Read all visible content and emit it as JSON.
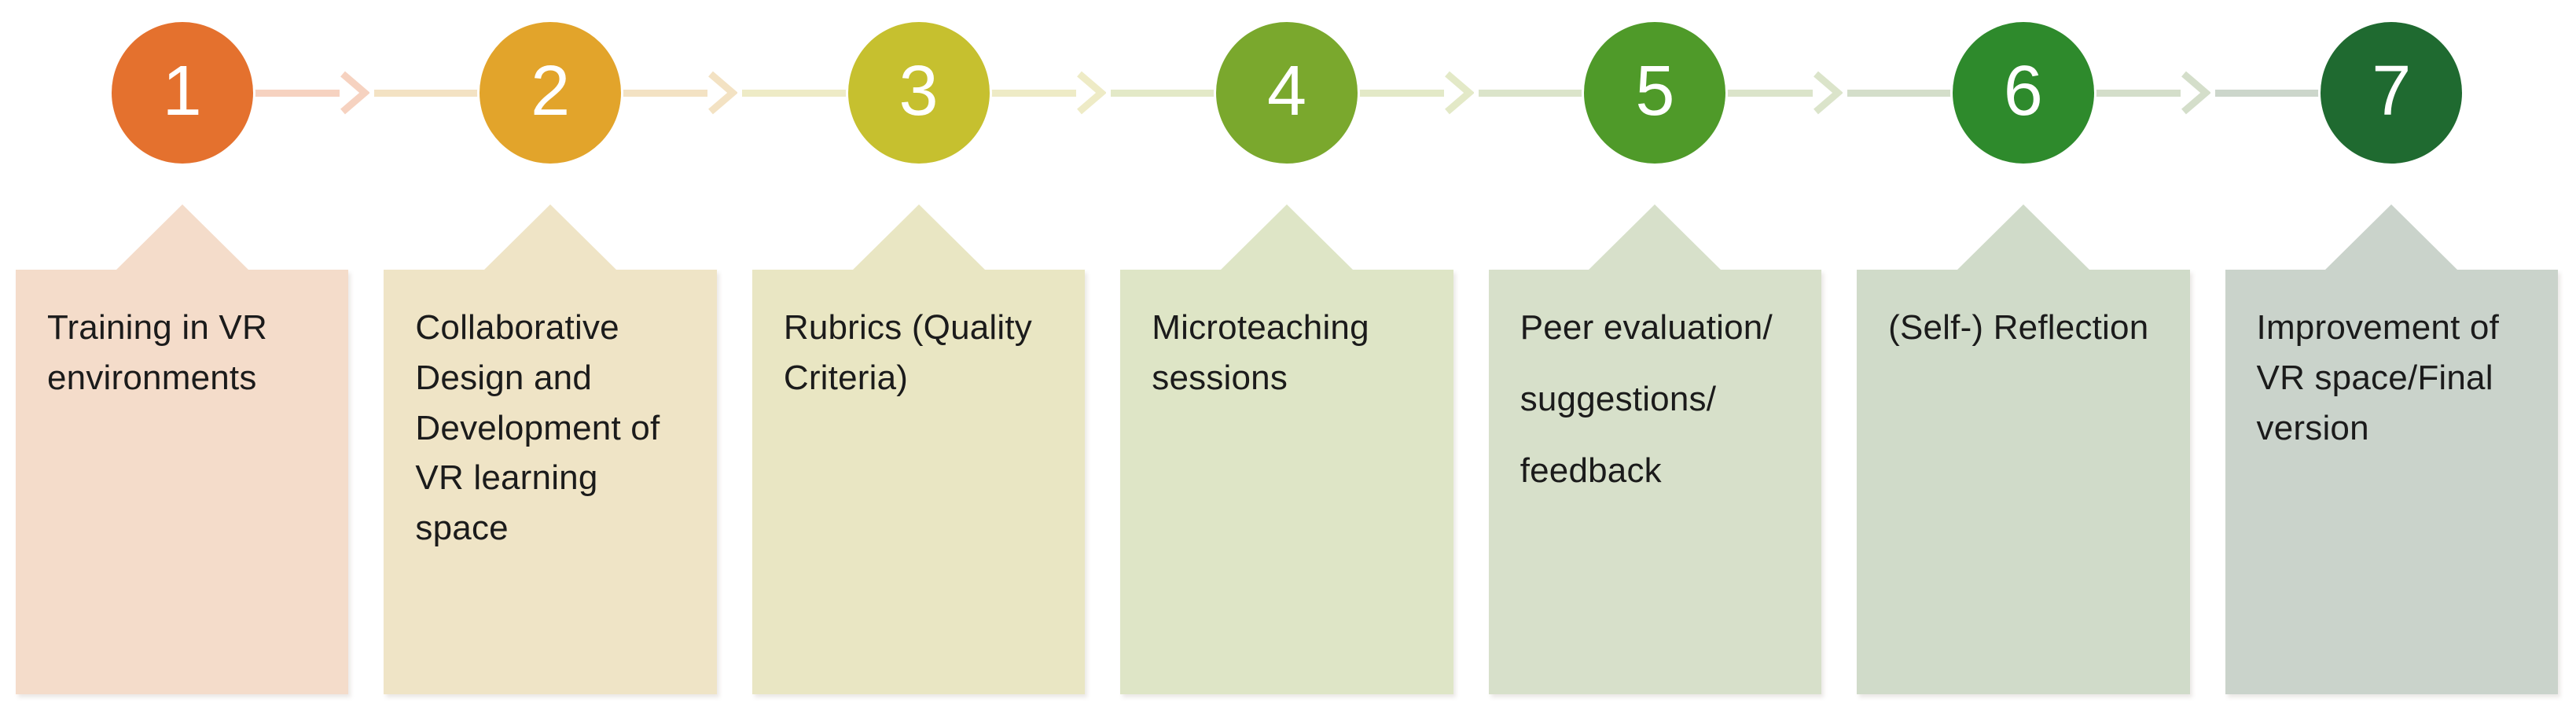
{
  "background": "#FFFFFF",
  "text_color": "#1B1B1B",
  "number_color": "#FFFFFF",
  "steps": [
    {
      "number": "1",
      "lines": [
        "Training in VR environments"
      ],
      "circle_color": "#E4712E",
      "box_color": "#F4DCCA",
      "connector_color": "#F6D2C0"
    },
    {
      "number": "2",
      "lines": [
        "Collaborative Design and Development of VR learning space"
      ],
      "circle_color": "#E2A42B",
      "box_color": "#EFE4C6",
      "connector_color": "#F3E2C3"
    },
    {
      "number": "3",
      "lines": [
        "Rubrics (Quality Criteria)"
      ],
      "circle_color": "#C6C02F",
      "box_color": "#E9E6C3",
      "connector_color": "#EEEBC6"
    },
    {
      "number": "4",
      "lines": [
        "Microteaching sessions"
      ],
      "circle_color": "#7AA82D",
      "box_color": "#DEE5C6",
      "connector_color": "#E3E9C7"
    },
    {
      "number": "5",
      "lines": [
        "Peer evaluation/",
        "suggestions/",
        "feedback"
      ],
      "circle_color": "#4F9A29",
      "box_color": "#D7E0CA",
      "connector_color": "#DBE4CA"
    },
    {
      "number": "6",
      "lines": [
        "(Self-) Reflection"
      ],
      "circle_color": "#2E8A2C",
      "box_color": "#D0DBC9",
      "connector_color": "#D4DECA"
    },
    {
      "number": "7",
      "lines": [
        "Improvement of VR space/Final version"
      ],
      "circle_color": "#1F6A30",
      "box_color": "#CAD3CB",
      "connector_color": "#CCD6CB"
    }
  ]
}
